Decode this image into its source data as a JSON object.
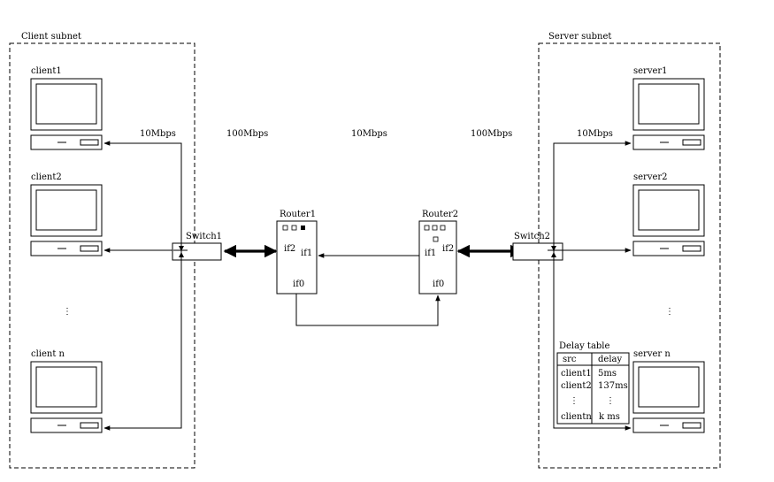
{
  "subnets": {
    "client": {
      "label": "Client subnet"
    },
    "server": {
      "label": "Server subnet"
    }
  },
  "clients": [
    "client1",
    "client2",
    "client n"
  ],
  "servers": [
    "server1",
    "server2",
    "server n"
  ],
  "ellipsis": "⋮",
  "switches": {
    "s1": "Switch1",
    "s2": "Switch2"
  },
  "routers": {
    "r1": {
      "label": "Router1",
      "ports": {
        "if0": "if0",
        "if1": "if1",
        "if2": "if2"
      }
    },
    "r2": {
      "label": "Router2",
      "ports": {
        "if0": "if0",
        "if1": "if1",
        "if2": "if2"
      }
    }
  },
  "links": {
    "client_access": "10Mbps",
    "switch1_router1": "100Mbps",
    "router_router": "10Mbps",
    "router2_switch2": "100Mbps",
    "server_access": "10Mbps"
  },
  "delay_table": {
    "title": "Delay table",
    "headers": [
      "src",
      "delay"
    ],
    "rows": [
      [
        "client1",
        "5ms"
      ],
      [
        "client2",
        "137ms"
      ],
      [
        "⋮",
        "⋮"
      ],
      [
        "clientn",
        "k ms"
      ]
    ]
  },
  "colors": {
    "line": "#000000",
    "background": "#ffffff"
  }
}
